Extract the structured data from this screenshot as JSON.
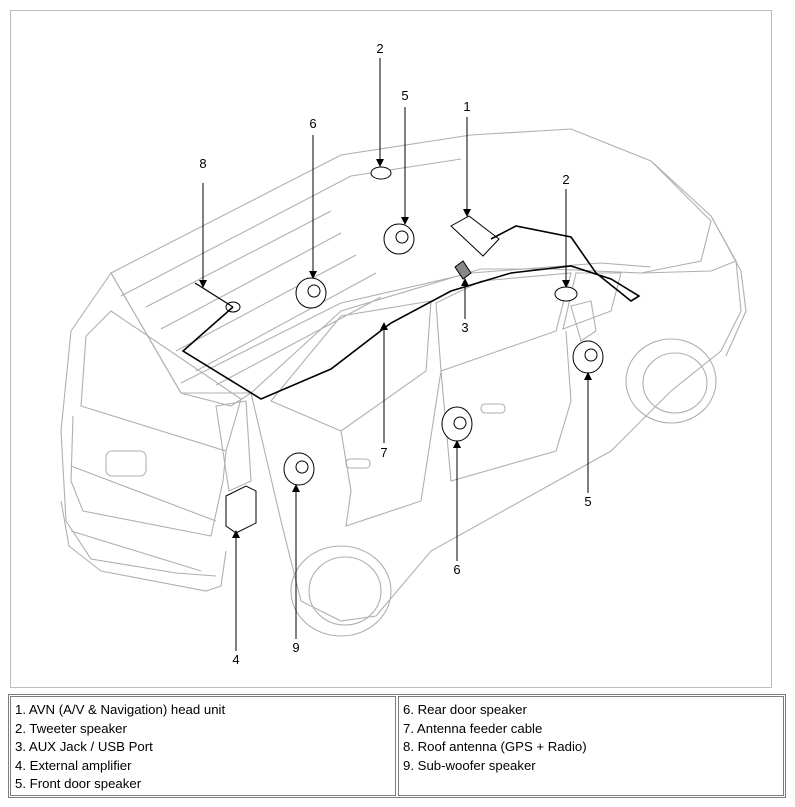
{
  "diagram": {
    "callouts": [
      {
        "id": "c1",
        "label": "1"
      },
      {
        "id": "c2a",
        "label": "2"
      },
      {
        "id": "c2b",
        "label": "2"
      },
      {
        "id": "c3",
        "label": "3"
      },
      {
        "id": "c4",
        "label": "4"
      },
      {
        "id": "c5a",
        "label": "5"
      },
      {
        "id": "c5b",
        "label": "5"
      },
      {
        "id": "c6a",
        "label": "6"
      },
      {
        "id": "c6b",
        "label": "6"
      },
      {
        "id": "c7",
        "label": "7"
      },
      {
        "id": "c8",
        "label": "8"
      },
      {
        "id": "c9",
        "label": "9"
      }
    ]
  },
  "legend": {
    "left": [
      "1. AVN (A/V & Navigation) head unit",
      "2. Tweeter speaker",
      "3. AUX Jack / USB Port",
      "4. External amplifier",
      "5. Front door speaker"
    ],
    "right": [
      "6. Rear door speaker",
      "7. Antenna feeder cable",
      "8. Roof antenna (GPS + Radio)",
      "9. Sub-woofer speaker"
    ]
  }
}
